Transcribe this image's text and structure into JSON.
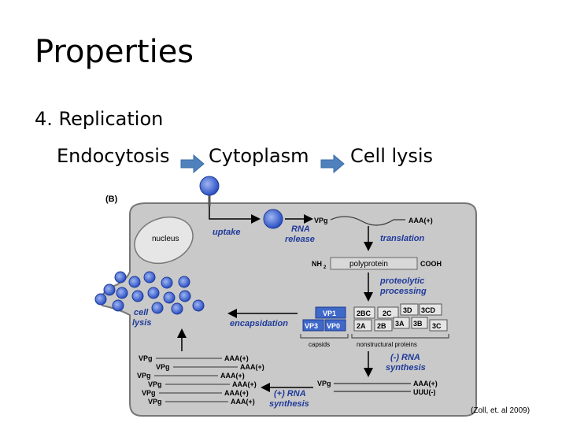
{
  "title": "Properties",
  "subtitle": "4. Replication",
  "flow": {
    "step1": "Endocytosis",
    "step2": "Cytoplasm",
    "step3": "Cell lysis"
  },
  "colors": {
    "flow_arrow": "#4f81bd",
    "cell_fill": "#c9c9c9",
    "virus_blue": "#3a66d9",
    "label_blue": "#1f3a9a"
  },
  "diagram": {
    "panel_label": "(B)",
    "nucleus": "nucleus",
    "uptake": "uptake",
    "rna_release_1": "RNA",
    "rna_release_2": "release",
    "vpg_top": "VPg",
    "aaa_top": "AAA(+)",
    "translation": "translation",
    "nh2": "NH",
    "nh2_sub": "2",
    "polyprotein": "polyprotein",
    "cooh": "COOH",
    "proteolytic_1": "proteolytic",
    "proteolytic_2": "processing",
    "vp1": "VP1",
    "vp3": "VP3",
    "vp0": "VP0",
    "p2bc": "2BC",
    "p2c": "2C",
    "p3d": "3D",
    "p3cd": "3CD",
    "p2a": "2A",
    "p2b": "2B",
    "p3a": "3A",
    "p3b": "3B",
    "p3c": "3C",
    "capsids": "capsids",
    "nonstructural": "nonstructural proteins",
    "encapsidation": "encapsidation",
    "cell_lysis_1": "cell",
    "cell_lysis_2": "lysis",
    "neg_rna_1": "(-) RNA",
    "neg_rna_2": "synthesis",
    "vpg_mid": "VPg",
    "aaa_mid": "AAA(+)",
    "uuu_mid": "UUU(-)",
    "pos_rna_1": "(+) RNA",
    "pos_rna_2": "synthesis",
    "strands": [
      {
        "vpg": "VPg",
        "aaa": "AAA(+)"
      },
      {
        "vpg": "VPg",
        "aaa": "AAA(+)"
      },
      {
        "vpg": "VPg",
        "aaa": "AAA(+)"
      },
      {
        "vpg": "VPg",
        "aaa": "AAA(+)"
      },
      {
        "vpg": "VPg",
        "aaa": "AAA(+)"
      },
      {
        "vpg": "VPg",
        "aaa": "AAA(+)"
      }
    ]
  },
  "citation": "(Zoll, et. al 2009)"
}
